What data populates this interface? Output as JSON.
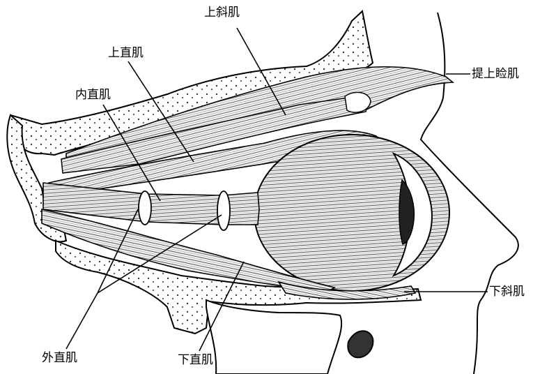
{
  "labels": {
    "superior_oblique": "上斜肌",
    "superior_rectus": "上直肌",
    "levator": "提上睑肌",
    "medial_rectus": "内直肌",
    "inferior_oblique": "下斜肌",
    "lateral_rectus": "外直肌",
    "inferior_rectus": "下直肌"
  },
  "colors": {
    "ink": "#000000",
    "bone_fill": "#ffffff",
    "muscle_fill": "#f2f2f2"
  }
}
